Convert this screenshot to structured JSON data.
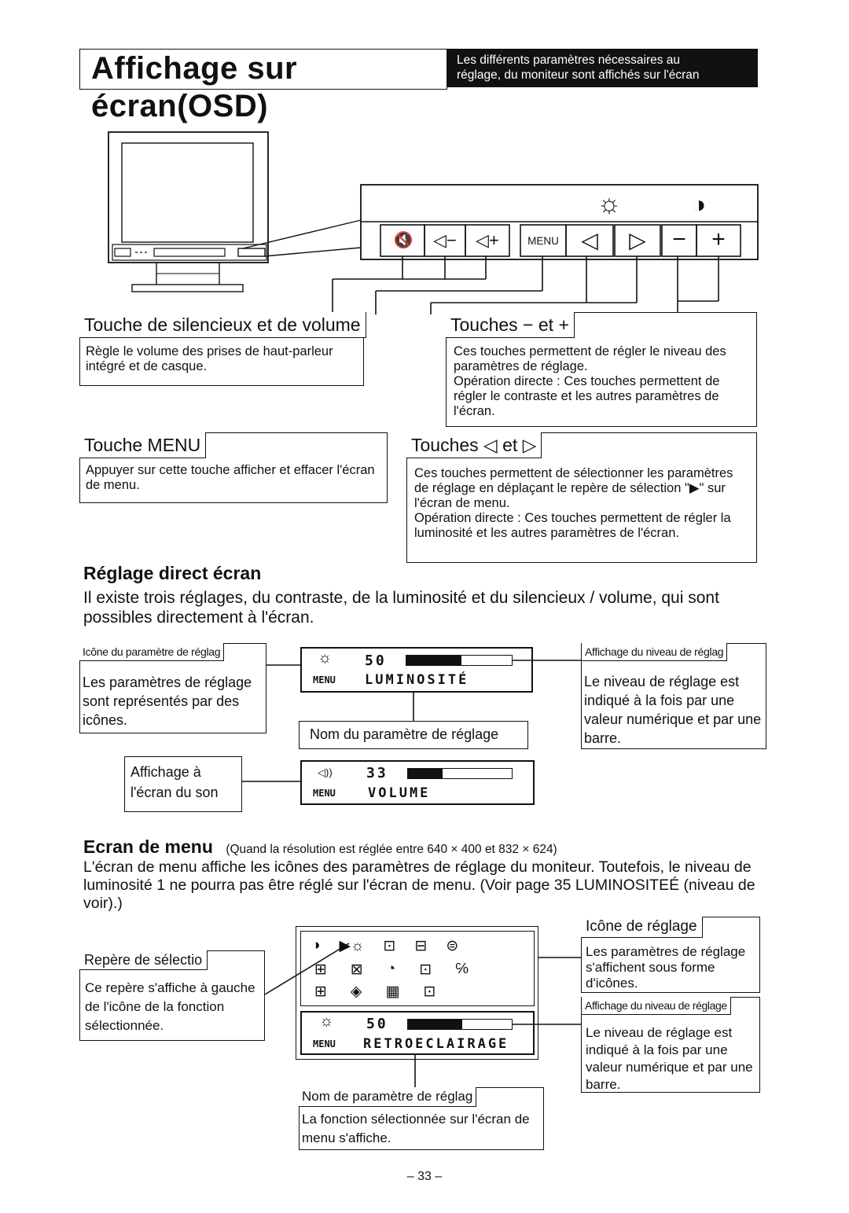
{
  "header": {
    "title": "Affichage sur écran(OSD)",
    "description_line1": "Les différents paramètres nécessaires au",
    "description_line2": "réglage, du moniteur sont affichés sur l'écran"
  },
  "button_panel": {
    "mute": "🔇",
    "vol_down": "◁−",
    "vol_up": "◁+",
    "menu": "MENU",
    "left": "◁",
    "right": "▷",
    "minus": "−",
    "plus": "+",
    "brightness_symbol": "☼",
    "contrast_symbol": "◑"
  },
  "callouts": {
    "silence": {
      "title": "Touche de silencieux et de volume",
      "text": "Règle le volume des prises de haut-parleur intégré et de casque."
    },
    "menu": {
      "title": "Touche MENU",
      "text": "Appuyer sur cette touche afficher et effacer l'écran de menu."
    },
    "plusminus": {
      "title": "Touches − et +",
      "text1": "Ces touches permettent de régler le niveau des paramètres de réglage.",
      "text2": "Opération directe : Ces touches permettent de régler le contraste et les autres paramètres de l'écran."
    },
    "arrows": {
      "title": "Touches ◁ et ▷",
      "text1": "Ces touches permettent de sélectionner les paramètres de réglage en déplaçant le repère de sélection \"▶\" sur l'écran de menu.",
      "text2": "Opération directe : Ces touches permettent de régler la luminosité et les autres paramètres de l'écran."
    }
  },
  "direct": {
    "heading": "Réglage direct écran",
    "intro": "Il existe trois réglages, du contraste, de la luminosité et du silencieux / volume, qui sont possibles directement à l'écran.",
    "icon_label_title": "Icône du paramètre de réglag",
    "icon_label_text": "Les paramètres de réglage sont représentés par des icônes.",
    "level_label_title": "Affichage du niveau de réglag",
    "level_label_text": "Le niveau de réglage est indiqué à la fois par une valeur numérique et par une barre.",
    "name_label": "Nom du paramètre de réglage",
    "sound_label": "Affichage à l'écran du son",
    "brightness_osd": {
      "icon": "☼",
      "value": "50",
      "menu_tag": "MENU",
      "name": "LUMINOSITÉ",
      "level": 0.52
    },
    "volume_osd": {
      "icon": "◁))",
      "value": "33",
      "menu_tag": "MENU",
      "name": "VOLUME",
      "level": 0.33
    }
  },
  "menu_screen": {
    "heading": "Ecran de menu",
    "note": "(Quand la résolution est réglée entre 640 × 400 et 832 × 624)",
    "intro": "L'écran de menu affiche les icônes des paramètres de réglage du moniteur. Toutefois, le niveau de luminosité 1 ne pourra pas être réglé sur l'écran de menu. (Voir page 35 LUMINOSITEÉ (niveau de voir).)",
    "selection_title": "Repère de sélectio",
    "selection_text": "Ce repère s'affiche à gauche de l'icône de la fonction sélectionnée.",
    "icon_title": "Icône de réglage",
    "icon_text": "Les paramètres de réglage s'affichent sous forme d'icônes.",
    "level_title": "Affichage du niveau de réglage",
    "level_text": "Le niveau de réglage est indiqué à la fois par une valeur numérique et par une barre.",
    "name_title": "Nom de paramètre de réglag",
    "name_text": "La fonction sélectionnée sur l'écran de menu s'affiche.",
    "osd": {
      "icon": "☼",
      "value": "50",
      "menu_tag": "MENU",
      "name": "RETROECLAIRAGE",
      "level": 0.52
    },
    "icons_row1": [
      "◑",
      "▶☼",
      "⊡",
      "⊟",
      "⊜"
    ],
    "icons_row2": [
      "⊞",
      "⊠",
      "◔",
      "⊡",
      "℅"
    ],
    "icons_row3": [
      "⊞",
      "◈",
      "▦",
      "⊡"
    ]
  },
  "page_number": "– 33 –"
}
